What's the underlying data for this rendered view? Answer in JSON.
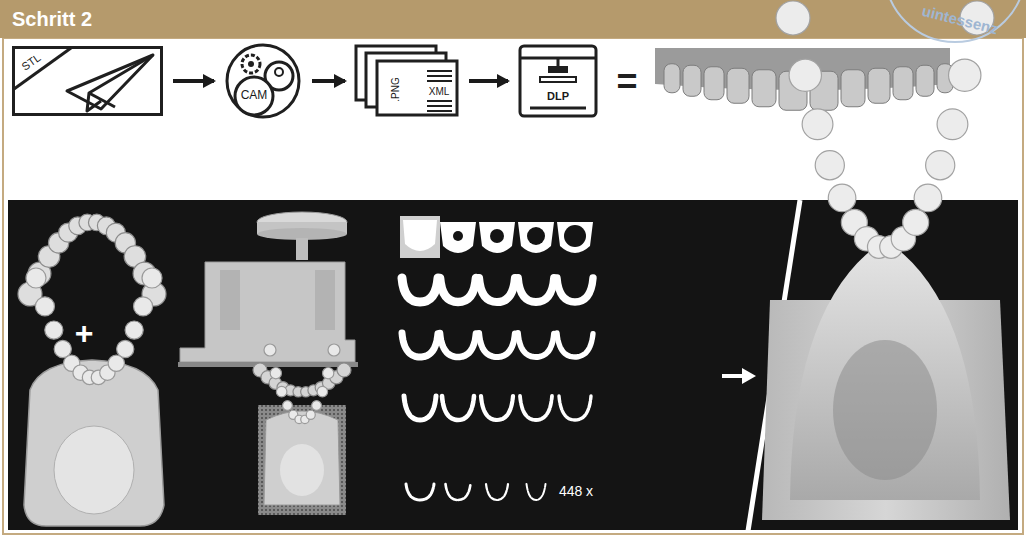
{
  "diagram": {
    "title": "Schritt 2",
    "nodes": [
      {
        "text": [
          "STL"
        ]
      },
      {
        "text": [
          "CAM"
        ]
      },
      {
        "text": [
          ".PNG",
          "XML"
        ]
      },
      {
        "text": [
          "DLP"
        ]
      }
    ],
    "edges": [
      {
        "from": 0,
        "to": 1,
        "arrow": "to"
      },
      {
        "from": 1,
        "to": 2,
        "arrow": "to"
      },
      {
        "from": 2,
        "to": 3,
        "arrow": "to"
      }
    ],
    "labels": [
      "=",
      "+",
      "448 x",
      "uintessenz"
    ]
  }
}
